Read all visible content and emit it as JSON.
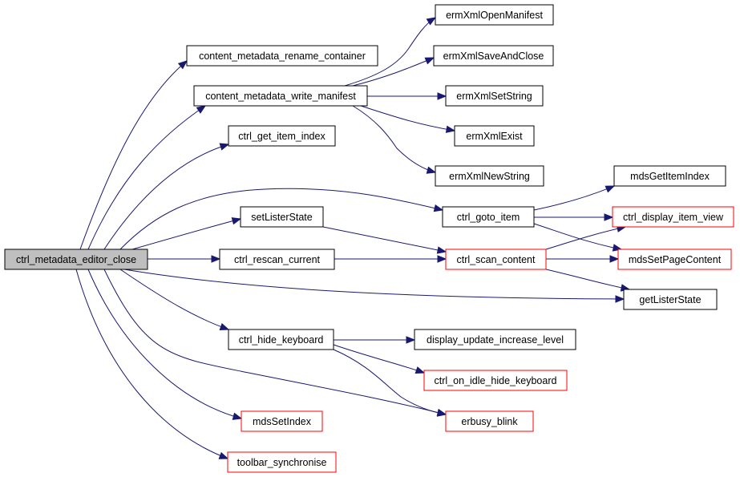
{
  "graph": {
    "nodes": [
      {
        "id": "root",
        "label": "ctrl_metadata_editor_close",
        "style": "root"
      },
      {
        "id": "rename",
        "label": "content_metadata_rename_container",
        "style": "black"
      },
      {
        "id": "write",
        "label": "content_metadata_write_manifest",
        "style": "black"
      },
      {
        "id": "getidx",
        "label": "ctrl_get_item_index",
        "style": "black"
      },
      {
        "id": "setlister",
        "label": "setListerState",
        "style": "black"
      },
      {
        "id": "rescan",
        "label": "ctrl_rescan_current",
        "style": "black"
      },
      {
        "id": "hidekb",
        "label": "ctrl_hide_keyboard",
        "style": "black"
      },
      {
        "id": "mdsidx",
        "label": "mdsSetIndex",
        "style": "red"
      },
      {
        "id": "toolbar",
        "label": "toolbar_synchronise",
        "style": "red"
      },
      {
        "id": "openman",
        "label": "ermXmlOpenManifest",
        "style": "black"
      },
      {
        "id": "saveclose",
        "label": "ermXmlSaveAndClose",
        "style": "black"
      },
      {
        "id": "setstr",
        "label": "ermXmlSetString",
        "style": "black"
      },
      {
        "id": "exist",
        "label": "ermXmlExist",
        "style": "black"
      },
      {
        "id": "newstr",
        "label": "ermXmlNewString",
        "style": "black"
      },
      {
        "id": "goto",
        "label": "ctrl_goto_item",
        "style": "black"
      },
      {
        "id": "scan",
        "label": "ctrl_scan_content",
        "style": "red"
      },
      {
        "id": "dispinc",
        "label": "display_update_increase_level",
        "style": "black"
      },
      {
        "id": "onidle",
        "label": "ctrl_on_idle_hide_keyboard",
        "style": "red"
      },
      {
        "id": "erbusy",
        "label": "erbusy_blink",
        "style": "red"
      },
      {
        "id": "mdsgetidx",
        "label": "mdsGetItemIndex",
        "style": "black"
      },
      {
        "id": "dispview",
        "label": "ctrl_display_item_view",
        "style": "red"
      },
      {
        "id": "mdspage",
        "label": "mdsSetPageContent",
        "style": "red"
      },
      {
        "id": "getlister",
        "label": "getListerState",
        "style": "black"
      }
    ],
    "edges": [
      {
        "from": "root",
        "to": "rename"
      },
      {
        "from": "root",
        "to": "write"
      },
      {
        "from": "root",
        "to": "getidx"
      },
      {
        "from": "root",
        "to": "goto"
      },
      {
        "from": "root",
        "to": "setlister"
      },
      {
        "from": "root",
        "to": "rescan"
      },
      {
        "from": "root",
        "to": "getlister"
      },
      {
        "from": "root",
        "to": "hidekb"
      },
      {
        "from": "root",
        "to": "erbusy"
      },
      {
        "from": "root",
        "to": "mdsidx"
      },
      {
        "from": "root",
        "to": "toolbar"
      },
      {
        "from": "write",
        "to": "openman"
      },
      {
        "from": "write",
        "to": "saveclose"
      },
      {
        "from": "write",
        "to": "setstr"
      },
      {
        "from": "write",
        "to": "exist"
      },
      {
        "from": "write",
        "to": "newstr"
      },
      {
        "from": "setlister",
        "to": "scan"
      },
      {
        "from": "rescan",
        "to": "scan"
      },
      {
        "from": "goto",
        "to": "mdsgetidx"
      },
      {
        "from": "goto",
        "to": "dispview"
      },
      {
        "from": "goto",
        "to": "mdspage"
      },
      {
        "from": "scan",
        "to": "dispview"
      },
      {
        "from": "scan",
        "to": "mdspage"
      },
      {
        "from": "scan",
        "to": "getlister"
      },
      {
        "from": "hidekb",
        "to": "dispinc"
      },
      {
        "from": "hidekb",
        "to": "onidle"
      },
      {
        "from": "hidekb",
        "to": "erbusy"
      }
    ]
  },
  "colors": {
    "edge": "#191970",
    "node_border": "#000000",
    "node_border_highlight": "#ff0000",
    "root_fill": "#bfbfbf",
    "node_fill": "#ffffff"
  }
}
